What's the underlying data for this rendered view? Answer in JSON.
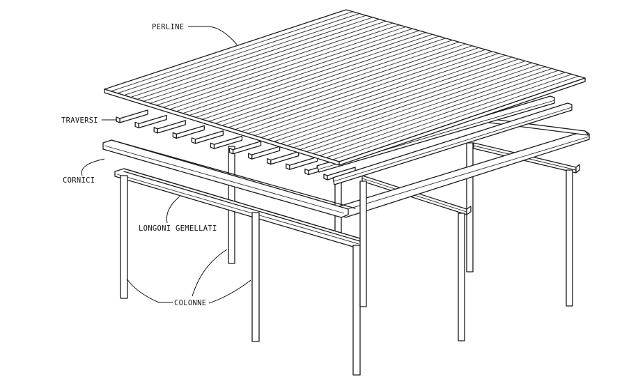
{
  "diagram": {
    "labels": {
      "perline": "PERLINE",
      "traversi": "TRAVERSI",
      "cornici": "CORNICI",
      "longoni": "LONGONI GEMELLATI",
      "colonne": "COLONNE"
    }
  }
}
